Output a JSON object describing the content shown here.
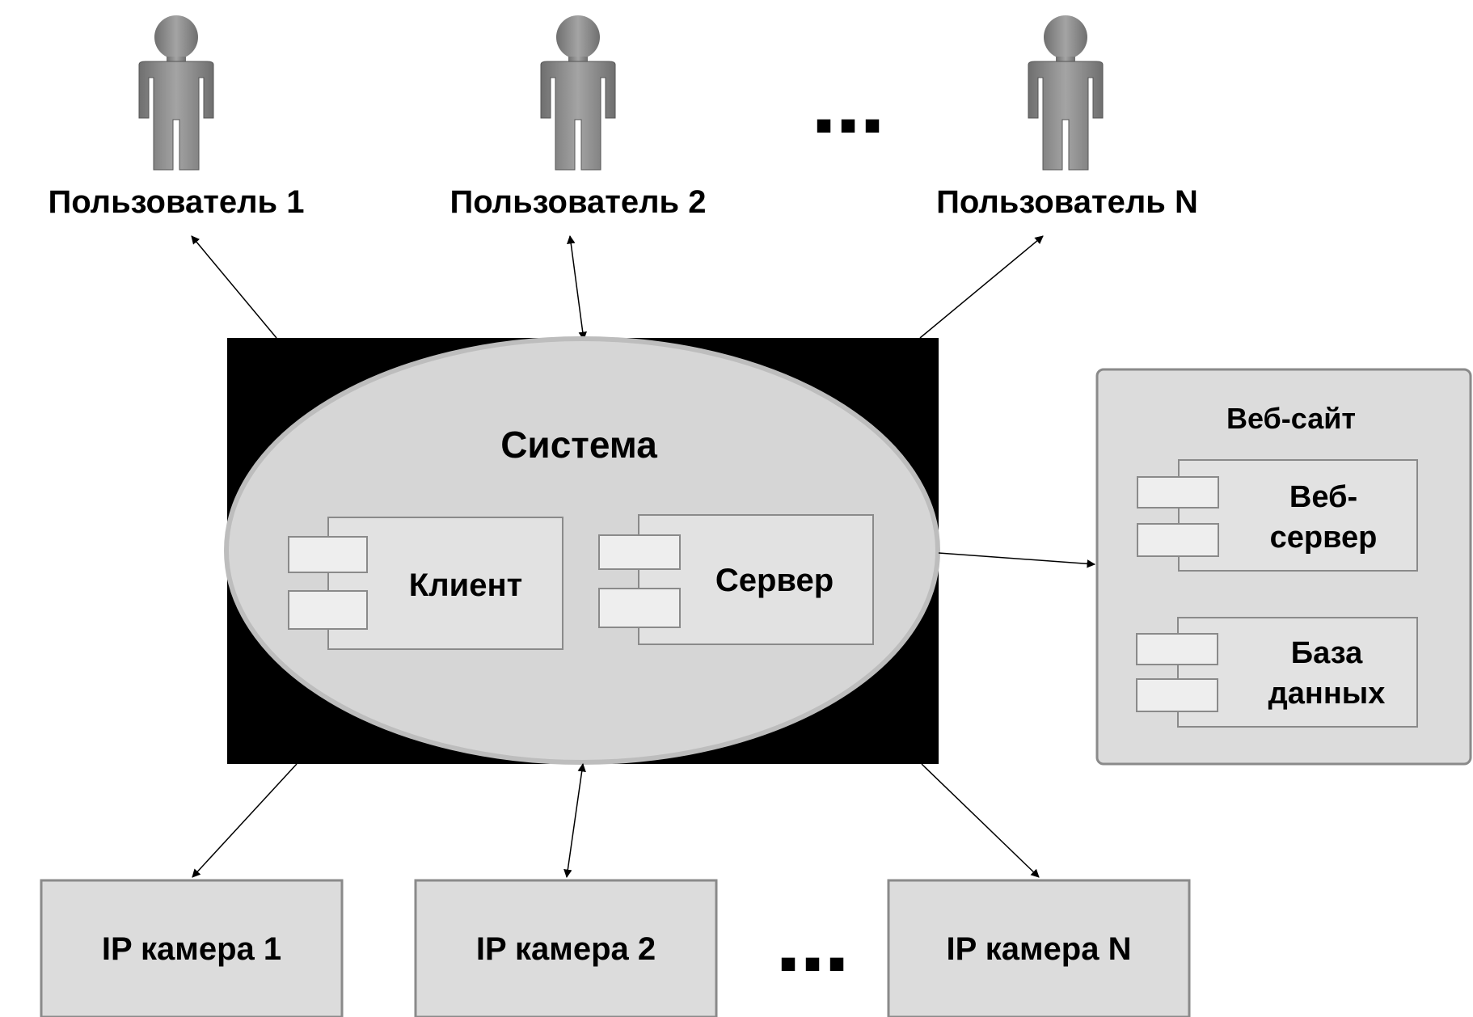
{
  "users": [
    {
      "label": "Пользователь 1"
    },
    {
      "label": "Пользователь 2"
    },
    {
      "label": "Пользователь N"
    }
  ],
  "system": {
    "title": "Система",
    "client_label": "Клиент",
    "server_label": "Сервер"
  },
  "website": {
    "title": "Веб-сайт",
    "web_server_label": [
      "Веб-",
      "сервер"
    ],
    "database_label": [
      "База",
      "данных"
    ]
  },
  "cameras": [
    {
      "label": "IP камера 1"
    },
    {
      "label": "IP камера 2"
    },
    {
      "label": "IP камера N"
    }
  ],
  "ellipsis_glyph": "■ ■ ■",
  "colors": {
    "background": "#ffffff",
    "system_frame": "#000000",
    "ellipse_fill": "#d6d6d6",
    "panel_fill": "#dcdcdc",
    "panel_stroke": "#8a8a8a",
    "user_figure": "#8c8c8c",
    "arrow": "#000000"
  },
  "icons": {
    "user": "user-icon",
    "component": "component-icon"
  }
}
